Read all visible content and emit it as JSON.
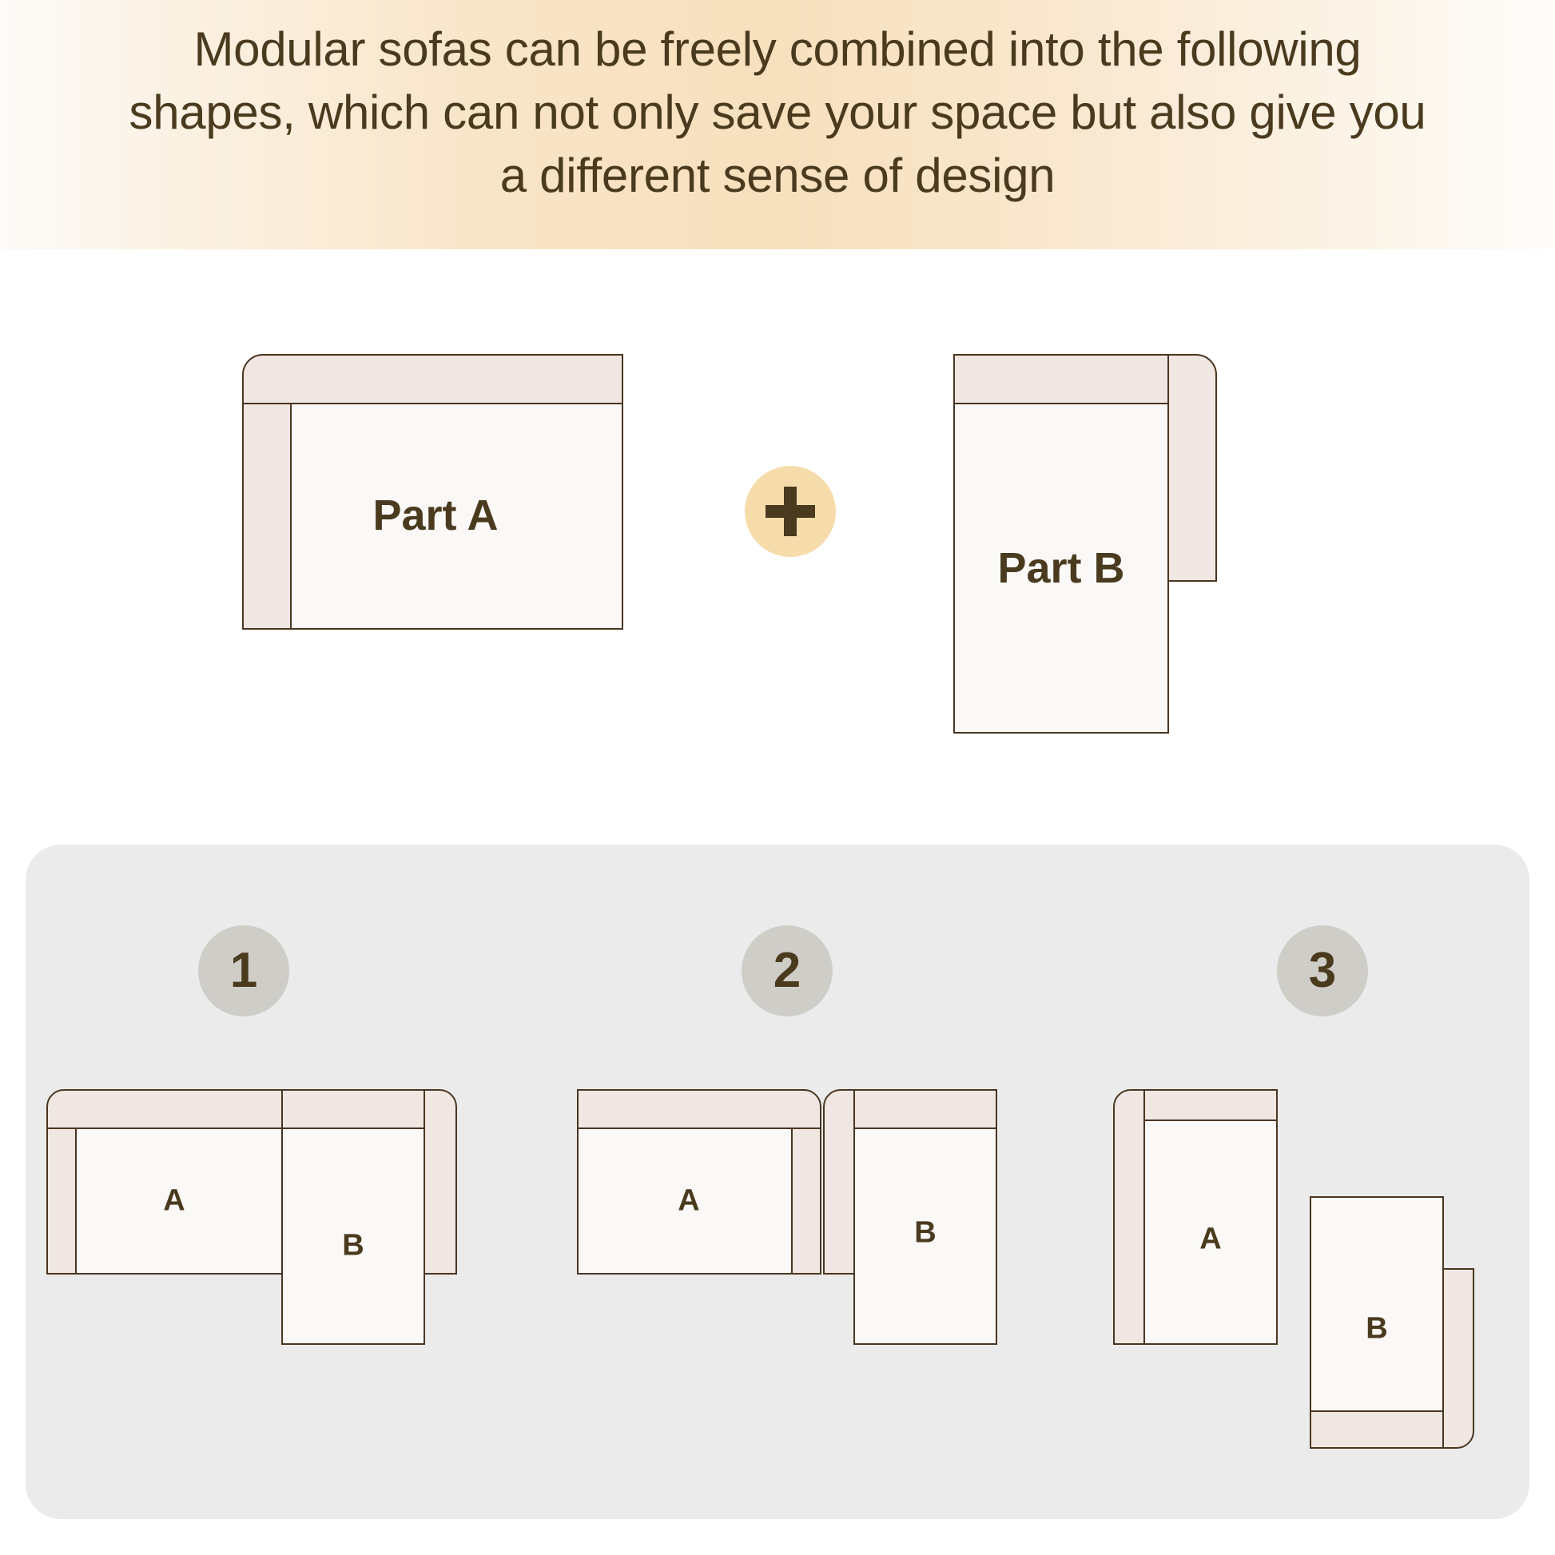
{
  "header": {
    "title": "Modular sofas can be freely combined into the following\nshapes, which can not only save your space but also give you\na different sense of design",
    "background_gradient_center": "#f7e0bd",
    "text_color": "#4a3a1e"
  },
  "parts_row": {
    "part_a": {
      "label": "Part A"
    },
    "part_b": {
      "label": "Part B"
    },
    "operator": {
      "symbol": "+",
      "badge_color": "#f7dcab",
      "glyph_color": "#4a3a1e"
    }
  },
  "combos_panel": {
    "background": "#ebebeb",
    "badge_color": "#cfcdc8",
    "combos": [
      {
        "number": "1",
        "pieces": [
          {
            "label": "A"
          },
          {
            "label": "B"
          }
        ]
      },
      {
        "number": "2",
        "pieces": [
          {
            "label": "A"
          },
          {
            "label": "B"
          }
        ]
      },
      {
        "number": "3",
        "pieces": [
          {
            "label": "A"
          },
          {
            "label": "B"
          }
        ]
      }
    ]
  },
  "palette": {
    "upholstery_band": "#f0e7e2",
    "seat_fill": "#faf9f7",
    "outline": "#4a3520",
    "label_text": "#4a3a1e",
    "page_background": "#ffffff"
  }
}
